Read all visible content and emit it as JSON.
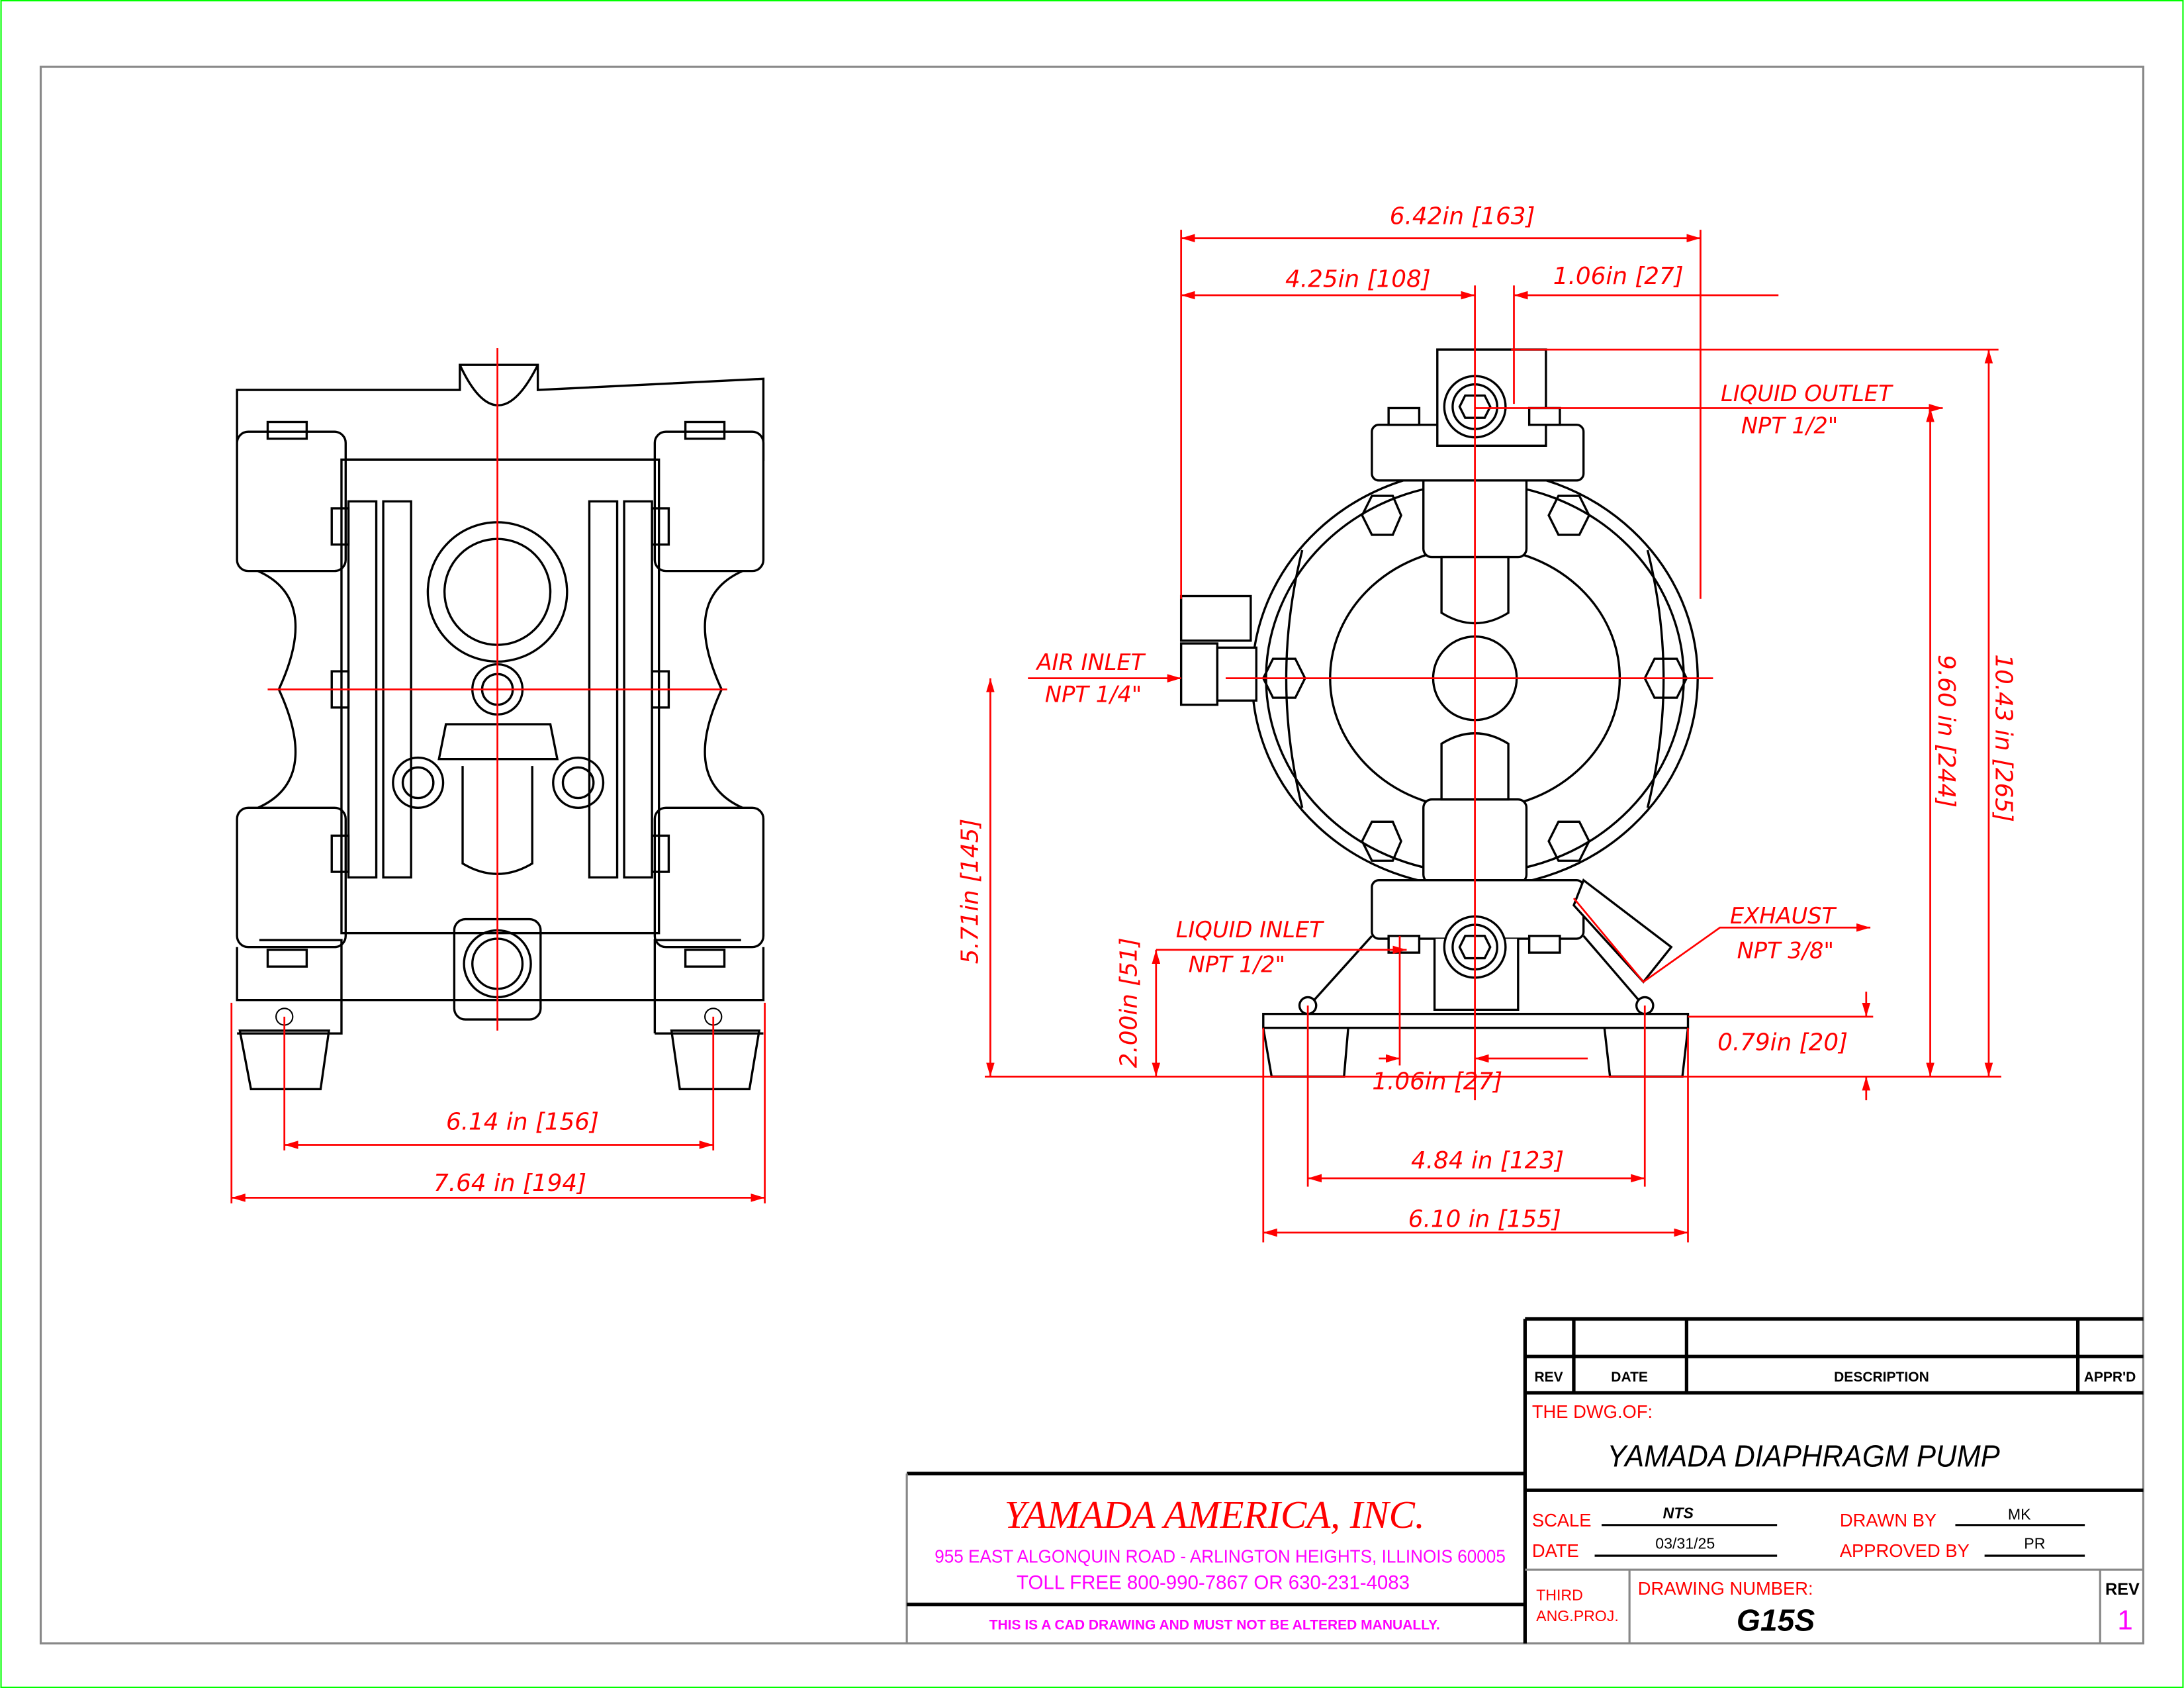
{
  "drawing": {
    "left_view": {
      "dims": {
        "foot_spacing": "6.14 in [156]",
        "overall_width": "7.64 in [194]"
      }
    },
    "front_view": {
      "dims": {
        "overall_width": "6.42in [163]",
        "air_inlet_offset": "4.25in [108]",
        "outlet_offset": "1.06in [27]",
        "inlet_offset": "1.06in [27]",
        "outlet_height": "9.60 in [244]",
        "overall_height": "10.43 in [265]",
        "air_inlet_height": "5.71in [145]",
        "liquid_inlet_height": "2.00in [51]",
        "base_height": "0.79in [20]",
        "mount_hole_spacing": "4.84 in [123]",
        "base_width": "6.10 in [155]"
      },
      "callouts": {
        "liquid_outlet": "LIQUID OUTLET",
        "liquid_outlet_size": "NPT 1/2\"",
        "air_inlet": "AIR INLET",
        "air_inlet_size": "NPT 1/4\"",
        "liquid_inlet": "LIQUID INLET",
        "liquid_inlet_size": "NPT 1/2\"",
        "exhaust": "EXHAUST",
        "exhaust_size": "NPT 3/8\""
      }
    }
  },
  "company_block": {
    "name": "YAMADA AMERICA, INC.",
    "address": "955 EAST ALGONQUIN ROAD - ARLINGTON HEIGHTS, ILLINOIS 60005",
    "phone": "TOLL FREE 800-990-7867 OR 630-231-4083",
    "notice": "THIS IS A CAD DRAWING AND MUST NOT BE ALTERED MANUALLY."
  },
  "revision_block": {
    "headers": [
      "REV",
      "DATE",
      "DESCRIPTION",
      "APPR'D"
    ]
  },
  "title_block": {
    "dwg_of_label": "THE DWG.OF:",
    "title": "YAMADA DIAPHRAGM PUMP",
    "scale_label": "SCALE",
    "scale": "NTS",
    "date_label": "DATE",
    "date": "03/31/25",
    "drawn_by_label": "DRAWN BY",
    "drawn_by": "MK",
    "approved_by_label": "APPROVED BY",
    "approved_by": "PR",
    "projection_line1": "THIRD",
    "projection_line2": "ANG.PROJ.",
    "drawing_number_label": "DRAWING NUMBER:",
    "drawing_number": "G15S",
    "rev_label": "REV",
    "rev": "1"
  },
  "colors": {
    "dimension": "#ff0000",
    "company": "#ff00ff",
    "border": "#00ff00"
  }
}
